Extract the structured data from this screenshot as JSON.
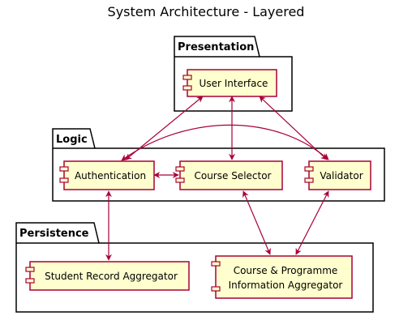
{
  "title": "System Architecture - Layered",
  "packages": {
    "presentation": "Presentation",
    "logic": "Logic",
    "persistence": "Persistence"
  },
  "components": {
    "user_interface": "User Interface",
    "authentication": "Authentication",
    "course_selector": "Course Selector",
    "validator": "Validator",
    "student_record_aggregator": "Student Record Aggregator",
    "course_programme_line1": "Course & Programme",
    "course_programme_line2": "Information Aggregator"
  },
  "colors": {
    "component_fill": "#FEFECE",
    "component_border": "#A80036",
    "arrow": "#A80036",
    "package_border": "#000000"
  }
}
